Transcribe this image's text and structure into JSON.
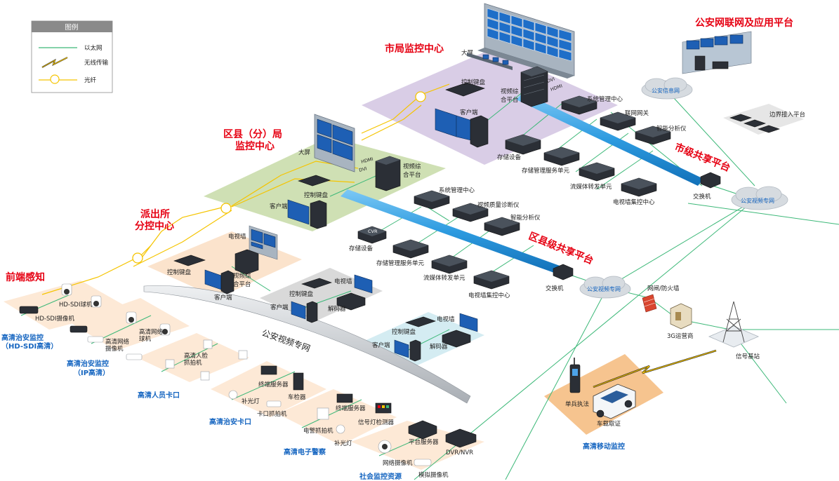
{
  "legend": {
    "title": "图例",
    "items": [
      {
        "label": "以太网"
      },
      {
        "label": "无线传输"
      },
      {
        "label": "光纤"
      }
    ]
  },
  "regions": {
    "city_center": "市局监控中心",
    "district_center": [
      "区县（分）局",
      "监控中心"
    ],
    "station_center": [
      "派出所",
      "分控中心"
    ],
    "frontend": "前端感知",
    "city_share": "市级共享平台",
    "district_share": "区县级共享平台",
    "public_app": "公安网联网及应用平台",
    "backbone": "公安视频专网",
    "mobile": "高清移动监控"
  },
  "frontend_groups": {
    "hdsdi": [
      "高清治安监控",
      "（HD-SDI高清）"
    ],
    "ip": [
      "高清治安监控",
      "（IP高清）"
    ],
    "person": "高清人员卡口",
    "security": "高清治安卡口",
    "police": "高清电子警察",
    "social": "社会监控资源"
  },
  "labels": {
    "big_screen": "大屏",
    "tv_wall": "电视墙",
    "keyboard": "控制键盘",
    "client": "客户端",
    "video_platform": [
      "视频综",
      "合平台"
    ],
    "decoder": "解码器",
    "switch": "交换机",
    "storage": "存储设备",
    "storage_mgmt": "存储管理服务单元",
    "stream": "流媒体转发单元",
    "tvwall_ctrl": "电视墙集控中心",
    "sys_mgmt": "系统管理中心",
    "netgate": "联网网关",
    "analyzer": "智能分析仪",
    "quality": "视频质量诊断仪",
    "border": "边界接入平台",
    "info_net": "公安信息网",
    "video_net": "公安视频专网",
    "firewall": "网闸/防火墙",
    "operator": "3G运营商",
    "base_station": "信号基站",
    "officer": "单兵执法",
    "vehicle": "车载取证",
    "hdmi": "HDMI",
    "dvi": "DVI",
    "cvr": "CVR",
    "sdi_dome": "HD-SDI球机",
    "sdi_cam": "HD-SDI摄像机",
    "ip_dome": [
      "高清网络",
      "球机"
    ],
    "ip_cam": [
      "高清网络",
      "摄像机"
    ],
    "face_cam": [
      "高清人脸",
      "抓拍机"
    ],
    "term_server": "终端服务器",
    "vehicle_detector": "车检器",
    "fill_light": "补光灯",
    "gate_cam": "卡口抓拍机",
    "police_cam": "电警抓拍机",
    "signal_detector": "信号灯检测器",
    "platform_server": "平台服务器",
    "dvr_nvr": "DVR/NVR",
    "net_cam": "网络摄像机",
    "analog_cam": "模拟摄像机"
  },
  "colors": {
    "ethernet": "#3cb878",
    "fiber": "#f5c400",
    "wireless": "#222222",
    "share_bar": "#2d9be0",
    "region_red": "#e60012",
    "region_blue": "#1565c0"
  }
}
